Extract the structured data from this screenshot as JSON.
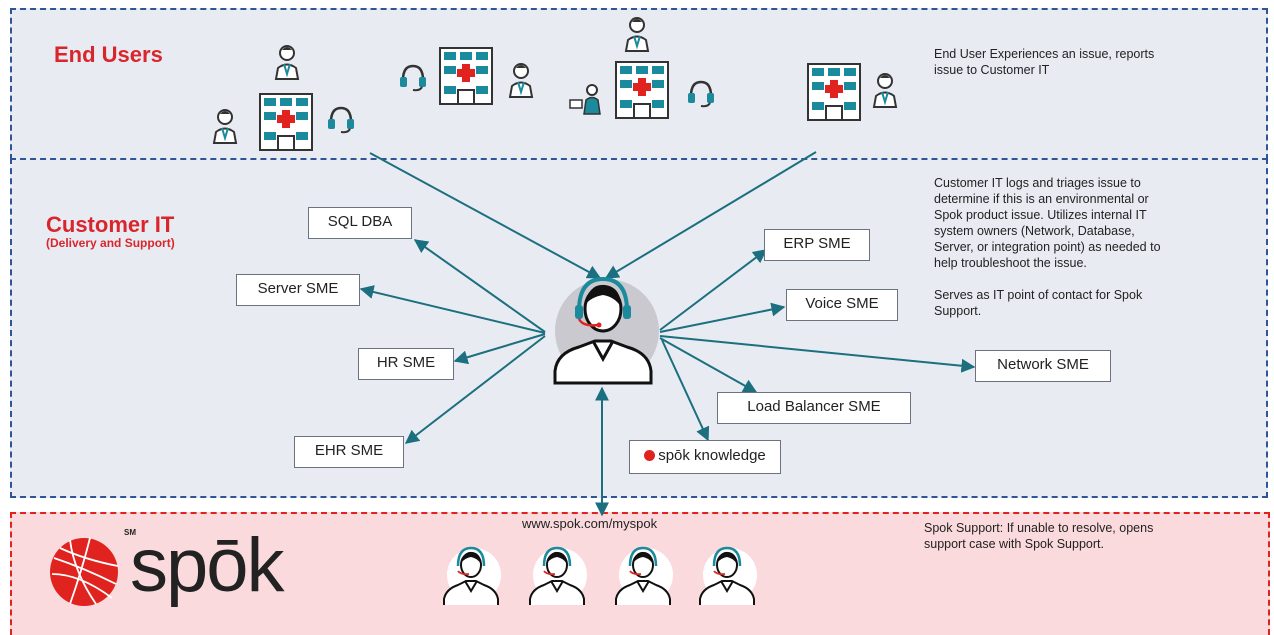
{
  "sections": {
    "end_users": {
      "title": "End Users",
      "description": "End User Experiences an issue, reports\nissue to Customer IT"
    },
    "customer_it": {
      "title": "Customer IT",
      "subtitle": "(Delivery and Support)",
      "description": "Customer IT logs and triages issue to\ndetermine if this is an environmental  or\nSpok product issue.  Utilizes internal IT\nsystem owners (Network, Database,\nServer, or integration point) as needed to\nhelp troubleshoot the issue.\n\nServes as IT point of contact for Spok\nSupport."
    },
    "spok_support": {
      "url": "www.spok.com/myspok",
      "description": "Spok Support:  If unable to resolve, opens\nsupport case with Spok Support.",
      "logo_text": "spōk",
      "logo_mark": "SM"
    }
  },
  "sme_boxes": {
    "sql_dba": "SQL DBA",
    "server_sme": "Server SME",
    "hr_sme": "HR SME",
    "ehr_sme": "EHR SME",
    "erp_sme": "ERP SME",
    "voice_sme": "Voice SME",
    "network_sme": "Network SME",
    "load_balancer_sme": "Load Balancer SME",
    "spok_knowledge": "spōk knowledge"
  },
  "colors": {
    "accent_red": "#d9262c",
    "arrow_teal": "#1b6f7f",
    "border_blue": "#2f5597",
    "spok_red": "#e0231f"
  }
}
